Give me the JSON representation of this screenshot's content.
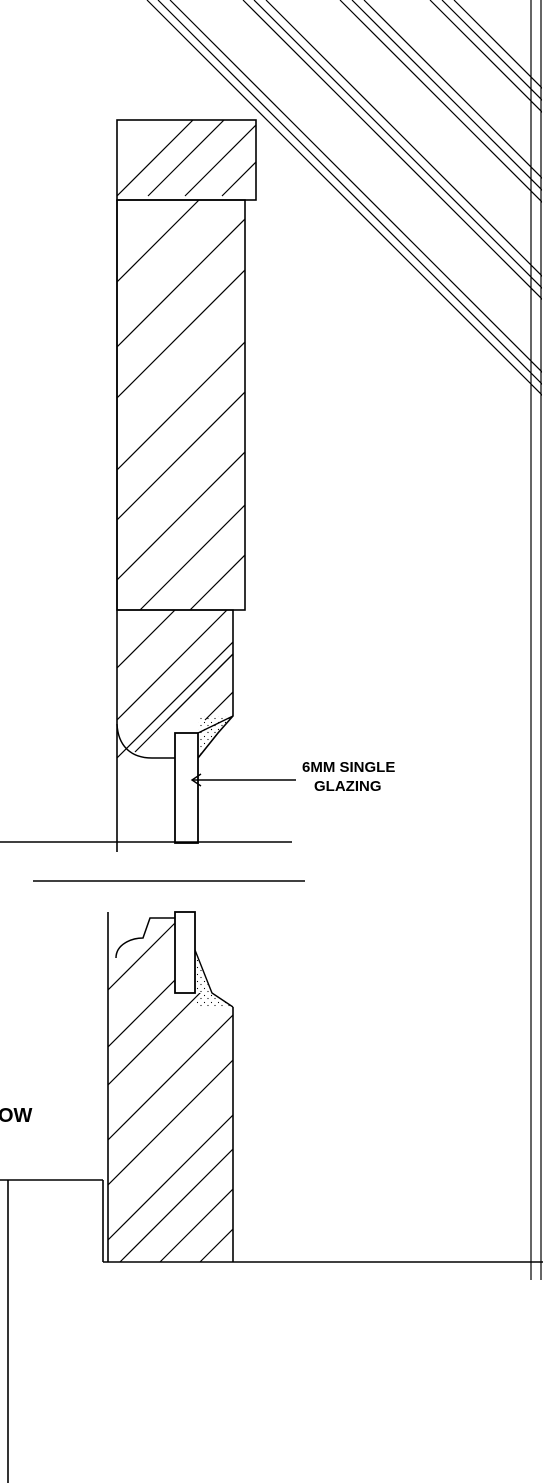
{
  "annotations": {
    "glazing_line1": "6MM SINGLE",
    "glazing_line2": "GLAZING",
    "partial_label": "OW"
  },
  "colors": {
    "ink": "#000000",
    "paper": "#ffffff"
  }
}
